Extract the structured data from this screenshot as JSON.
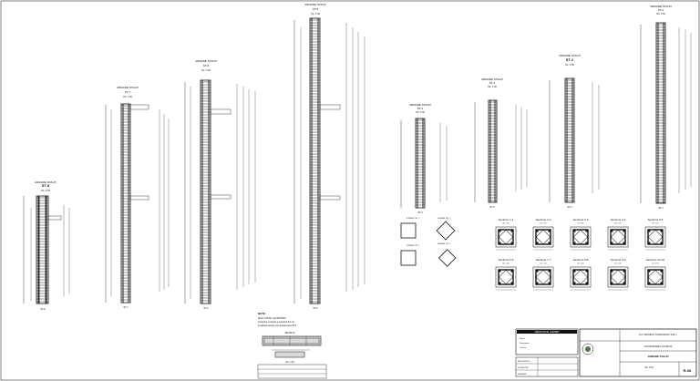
{
  "sheet": {
    "column_elevations": [
      {
        "header": "ARMARE STALPI",
        "name": "ST-8",
        "scale": "SC. 1:50",
        "bottom_label": "ST-8"
      },
      {
        "header": "ARMARE STALPI",
        "name": "ST-7",
        "scale": "SC. 1:50",
        "bottom_label": "ST-7"
      },
      {
        "header": "ARMARE STALPI",
        "name": "ST-6",
        "scale": "SC. 1:50",
        "bottom_label": "ST-6"
      },
      {
        "header": "ARMARE STALPI",
        "name": "ST-5",
        "scale": "SC. 1:50",
        "bottom_label": "ST-5"
      },
      {
        "header": "ARMARE STALPI",
        "name": "ST-4",
        "scale": "SC. 1:50",
        "bottom_label": "ST-4"
      },
      {
        "header": "ARMARE STALPI",
        "name": "ST-3",
        "scale": "SC. 1:50",
        "bottom_label": "ST-3"
      },
      {
        "header": "ARMARE STALPI",
        "name": "ST-2",
        "scale": "SC. 1:50",
        "bottom_label": "ST-2"
      },
      {
        "header": "ARMARE STALPI",
        "name": "ST-1",
        "scale": "SC. 1:50",
        "bottom_label": "ST-1"
      }
    ],
    "sections": [
      {
        "title": "Sectiune 1-1",
        "sub": "SC. 1:20"
      },
      {
        "title": "Sectiune 2-2",
        "sub": "SC. 1:20"
      },
      {
        "title": "Sectiune 3-3",
        "sub": "SC. 1:20"
      },
      {
        "title": "Sectiune 4-4",
        "sub": "SC. 1:20"
      },
      {
        "title": "Sectiune 5-5",
        "sub": "SC. 1:20"
      },
      {
        "title": "Sectiune 6-6",
        "sub": "SC. 1:20"
      },
      {
        "title": "Sectiune 7-7",
        "sub": "SC. 1:20"
      },
      {
        "title": "Sectiune 8-8",
        "sub": "SC. 1:20"
      },
      {
        "title": "Sectiune 9-9",
        "sub": "SC. 1:20"
      },
      {
        "title": "Sectiune 10-10",
        "sub": "SC. 1:20"
      }
    ],
    "stirrup_details": [
      {
        "label": "ETRIER TIP 1"
      },
      {
        "label": "ETRIER TIP 2"
      },
      {
        "label": "ETRIER TIP 3"
      },
      {
        "label": "ETRIER TIP 4"
      }
    ],
    "notes": {
      "title": "NOTE:",
      "lines": [
        "Beton C25/30, otel BST500S",
        "Acoperire cu beton a armaturii 3.0 cm",
        "Innadirea barelor prin suprapunere 50 d"
      ]
    },
    "detail": {
      "title": "DETALIU",
      "caption": "SC. 1:20"
    },
    "stamp": {
      "header": "VERIFICATOR / EXPERT",
      "lines": [
        "Nume",
        "Semnatura",
        "Cerinta"
      ]
    },
    "title_block": {
      "company": "S.C. PROIECT CONSTRUCT S.R.L.",
      "project": "CONSTRUIRE LOCUINTA",
      "drawing_title": "ARMARE STALPI",
      "scale": "SC. 1:50",
      "drawing_no": "R-08",
      "roles": [
        "SEF PROIECT",
        "PROIECTAT",
        "DESENAT"
      ]
    },
    "colors": {
      "line": "#111111",
      "concrete": "#d9d9d9",
      "background": "#ffffff"
    }
  }
}
